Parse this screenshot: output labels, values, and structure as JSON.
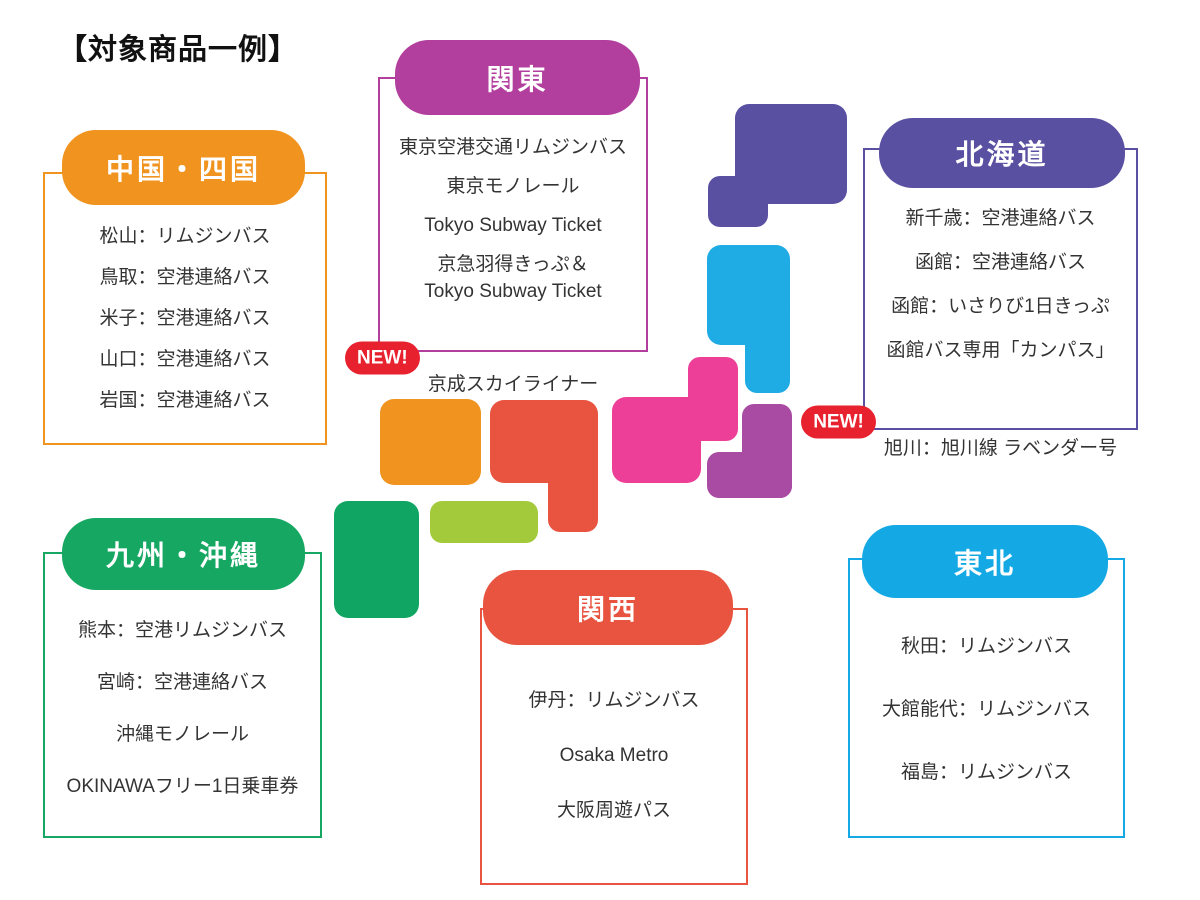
{
  "page_title": "【対象商品一例】",
  "badge": {
    "label": "NEW!",
    "color": "#e7212e"
  },
  "regions": {
    "kanto": {
      "label": "関東",
      "color": "#b23f9e",
      "items": [
        "東京空港交通リムジンバス",
        "東京モノレール",
        "Tokyo Subway Ticket",
        "京急羽得きっぷ＆\nTokyo Subway Ticket",
        "京成スカイライナー"
      ]
    },
    "hokkaido": {
      "label": "北海道",
      "color": "#5a50a2",
      "items": [
        "新千歳：空港連絡バス",
        "函館：空港連絡バス",
        "函館：いさりび1日きっぷ",
        "函館バス専用「カンパス」",
        "旭川：旭川線 ラベンダー号"
      ]
    },
    "chugoku_shikoku": {
      "label": "中国・四国",
      "color": "#f0931f",
      "items": [
        "松山：リムジンバス",
        "鳥取：空港連絡バス",
        "米子：空港連絡バス",
        "山口：空港連絡バス",
        "岩国：空港連絡バス"
      ]
    },
    "kyushu_okinawa": {
      "label": "九州・沖縄",
      "color": "#16a863",
      "items": [
        "熊本：空港リムジンバス",
        "宮崎：空港連絡バス",
        "沖縄モノレール",
        "OKINAWAフリー1日乗車券"
      ]
    },
    "kansai": {
      "label": "関西",
      "color": "#e85440",
      "items": [
        "伊丹：リムジンバス",
        "Osaka Metro",
        "大阪周遊パス"
      ]
    },
    "tohoku": {
      "label": "東北",
      "color": "#14a9e4",
      "items": [
        "秋田：リムジンバス",
        "大館能代：リムジンバス",
        "福島：リムジンバス"
      ]
    }
  },
  "map": {
    "hokkaido_color": "#5a50a2",
    "tohoku_color": "#1fabe3",
    "chubu_color": "#ed3f97",
    "kanto_color": "#a94ba3",
    "kansai_color": "#e85440",
    "chugoku_color": "#f0931f",
    "shikoku_color": "#a2ca3a",
    "kyushu_color": "#10a562"
  }
}
